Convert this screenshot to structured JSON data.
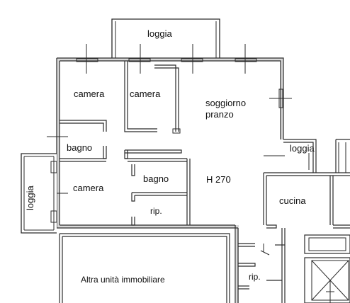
{
  "rooms": {
    "loggia_top": "loggia",
    "camera_1": "camera",
    "camera_2": "camera",
    "soggiorno_line1": "soggiorno",
    "soggiorno_line2": "pranzo",
    "bagno_1": "bagno",
    "loggia_right": "loggia",
    "height": "H 270",
    "loggia_left": "loggia",
    "camera_3": "camera",
    "bagno_2": "bagno",
    "cucina": "cucina",
    "rip_1": "rip.",
    "altra_unita": "Altra unità immobiliare",
    "rip_2": "rip."
  }
}
